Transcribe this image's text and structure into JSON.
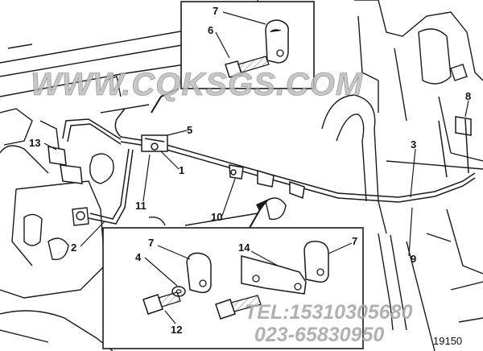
{
  "watermark": {
    "site": "WWW.CQKSGS.COM",
    "phone_line1": "TEL:15310305680",
    "phone_line2": "023-65830950"
  },
  "figure_code": "19150",
  "callouts": [
    "1",
    "2",
    "3",
    "4",
    "5",
    "6",
    "7",
    "8",
    "9",
    "10",
    "11",
    "12",
    "13",
    "14"
  ],
  "colors": {
    "line": "#1a1a1a",
    "watermark": "#a8a8a8"
  }
}
